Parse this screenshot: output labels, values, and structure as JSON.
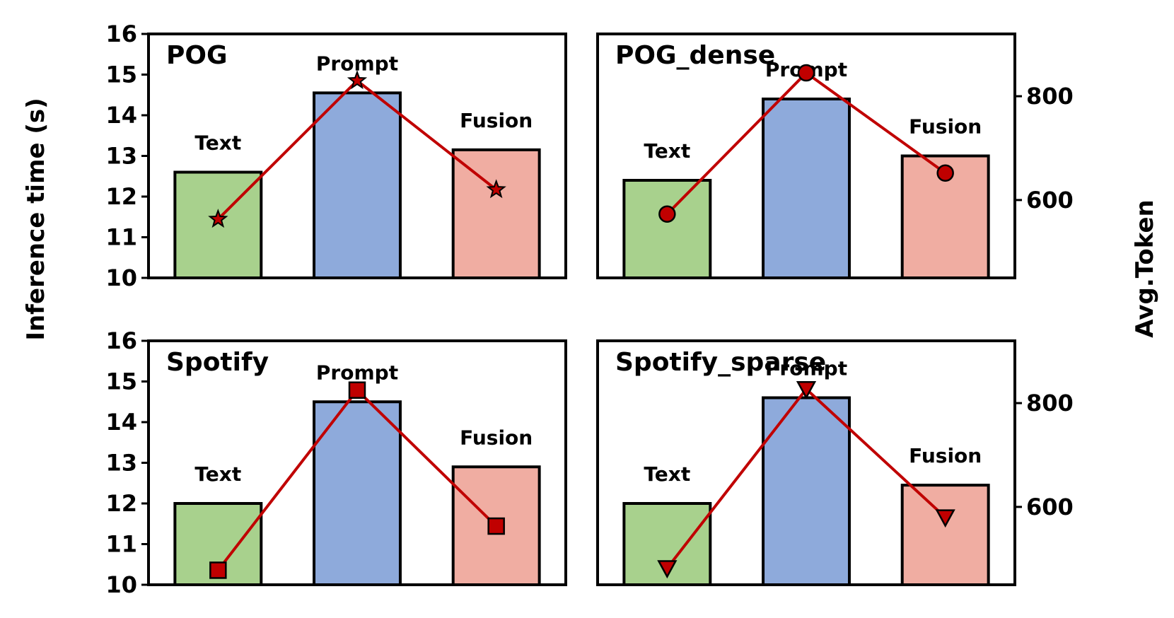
{
  "figure": {
    "ylabel_left": "Inference time (s)",
    "ylabel_right": "Avg.Token"
  },
  "chart_data": [
    {
      "type": "bar",
      "title": "POG",
      "categories": [
        "Text",
        "Prompt",
        "Fusion"
      ],
      "values": [
        12.6,
        14.55,
        13.15
      ],
      "ylim": [
        10,
        16
      ],
      "yticks": [
        "10",
        "11",
        "12",
        "13",
        "14",
        "15",
        "16"
      ],
      "colors": [
        "#a8d18d",
        "#8eaadb",
        "#f0ada2"
      ],
      "line": {
        "name": "",
        "marker": "star",
        "color": "#c00000",
        "values": [
          563,
          830,
          620
        ],
        "ylim": [
          450,
          920
        ]
      }
    },
    {
      "type": "bar",
      "title": "POG_dense",
      "categories": [
        "Text",
        "Prompt",
        "Fusion"
      ],
      "values": [
        12.4,
        14.4,
        13.0
      ],
      "ylim": [
        10,
        16
      ],
      "colors": [
        "#a8d18d",
        "#8eaadb",
        "#f0ada2"
      ],
      "line": {
        "name": "",
        "marker": "circle",
        "color": "#c00000",
        "values": [
          573,
          845,
          652
        ],
        "ylim": [
          450,
          920
        ],
        "yticks": [
          "600",
          "800"
        ]
      }
    },
    {
      "type": "bar",
      "title": "Spotify",
      "categories": [
        "Text",
        "Prompt",
        "Fusion"
      ],
      "values": [
        12.0,
        14.5,
        12.9
      ],
      "ylim": [
        10,
        16
      ],
      "yticks": [
        "10",
        "11",
        "12",
        "13",
        "14",
        "15",
        "16"
      ],
      "colors": [
        "#a8d18d",
        "#8eaadb",
        "#f0ada2"
      ],
      "line": {
        "name": "",
        "marker": "square",
        "color": "#c00000",
        "values": [
          478,
          825,
          563
        ],
        "ylim": [
          450,
          920
        ]
      }
    },
    {
      "type": "bar",
      "title": "Spotify_sparse",
      "categories": [
        "Text",
        "Prompt",
        "Fusion"
      ],
      "values": [
        12.0,
        14.6,
        12.45
      ],
      "ylim": [
        10,
        16
      ],
      "colors": [
        "#a8d18d",
        "#8eaadb",
        "#f0ada2"
      ],
      "line": {
        "name": "",
        "marker": "triangle-down",
        "color": "#c00000",
        "values": [
          482,
          827,
          580
        ],
        "ylim": [
          450,
          920
        ],
        "yticks": [
          "600",
          "800"
        ]
      }
    }
  ]
}
